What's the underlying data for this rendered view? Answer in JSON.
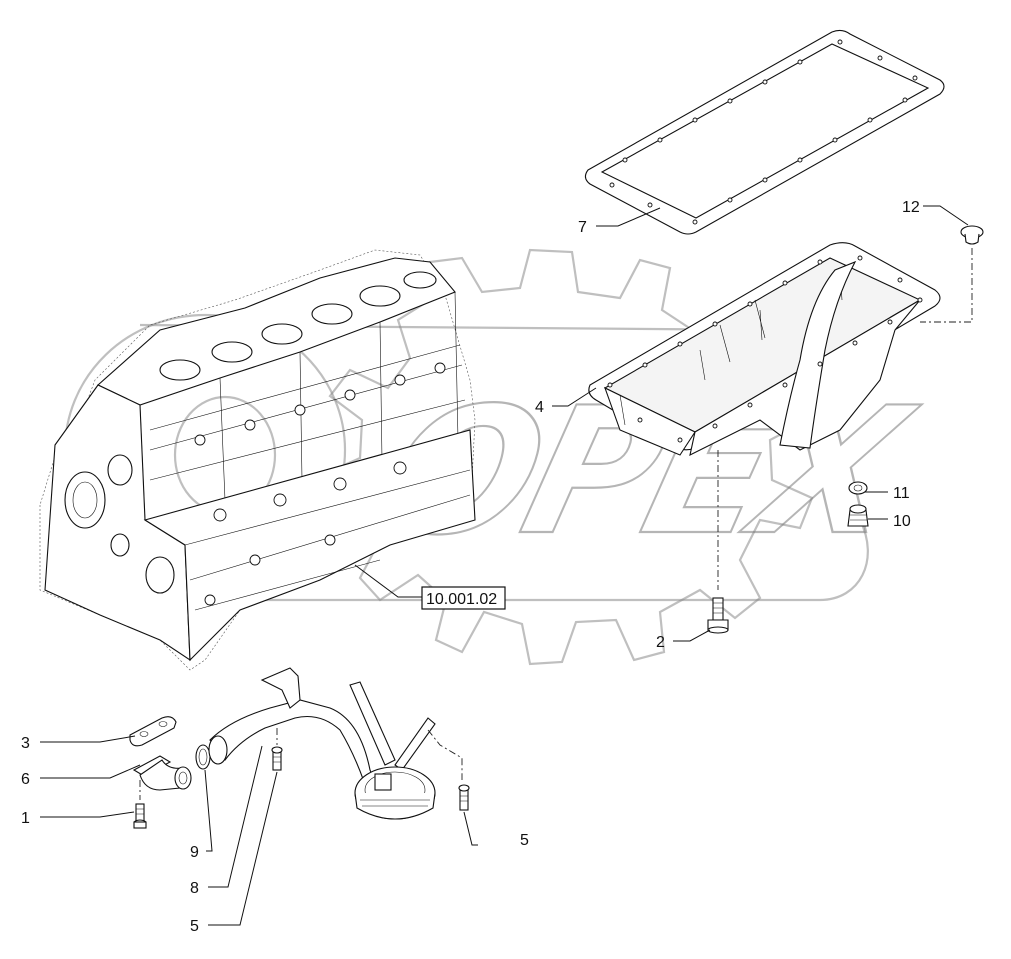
{
  "watermark": {
    "brand": "OPEX"
  },
  "callouts": [
    {
      "id": "c-7",
      "text": "7"
    },
    {
      "id": "c-12",
      "text": "12"
    },
    {
      "id": "c-4",
      "text": "4"
    },
    {
      "id": "c-11",
      "text": "11"
    },
    {
      "id": "c-10",
      "text": "10"
    },
    {
      "id": "c-2",
      "text": "2"
    },
    {
      "id": "c-3",
      "text": "3"
    },
    {
      "id": "c-6",
      "text": "6"
    },
    {
      "id": "c-1",
      "text": "1"
    },
    {
      "id": "c-5a",
      "text": "5"
    },
    {
      "id": "c-9",
      "text": "9"
    },
    {
      "id": "c-8",
      "text": "8"
    },
    {
      "id": "c-5b",
      "text": "5"
    }
  ],
  "reference_box": {
    "text": "10.001.02"
  }
}
